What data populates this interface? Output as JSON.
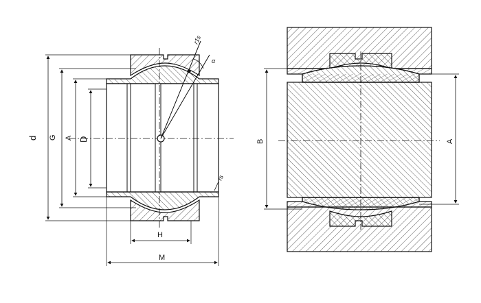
{
  "left_view": {
    "dims": {
      "d": "d",
      "G": "G",
      "A": "A",
      "D": "D",
      "H": "H",
      "M": "M"
    },
    "annotations": {
      "r1s": "r1s",
      "alpha": "α",
      "rs": "rs"
    }
  },
  "right_view": {
    "dims": {
      "B": "B",
      "A": "A"
    }
  },
  "colors": {
    "line": "#111111",
    "hatch": "#333333",
    "background": "#ffffff"
  }
}
